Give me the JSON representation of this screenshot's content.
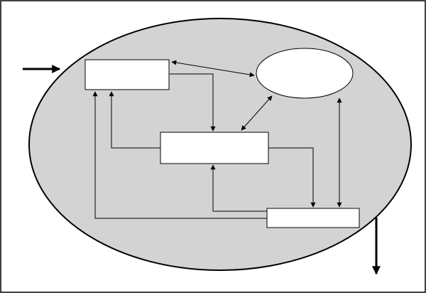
{
  "diagram": {
    "frame": {
      "stroke": "#000000"
    },
    "container": {
      "shape": "ellipse",
      "fill": "#d3d3d3",
      "stroke": "#000000"
    },
    "nodes": [
      {
        "id": "box-top-left",
        "shape": "rect",
        "label": "",
        "fill": "#ffffff"
      },
      {
        "id": "oval-top-right",
        "shape": "ellipse",
        "label": "",
        "fill": "#ffffff"
      },
      {
        "id": "box-center",
        "shape": "rect",
        "label": "",
        "fill": "#ffffff"
      },
      {
        "id": "box-bottom-right",
        "shape": "rect",
        "label": "",
        "fill": "#ffffff"
      }
    ],
    "edges": [
      {
        "from": "external-left",
        "to": "box-top-left",
        "direction": "forward"
      },
      {
        "from": "box-top-left",
        "to": "oval-top-right",
        "direction": "both"
      },
      {
        "from": "box-top-left",
        "to": "box-center",
        "direction": "forward"
      },
      {
        "from": "oval-top-right",
        "to": "box-center",
        "direction": "both"
      },
      {
        "from": "box-center",
        "to": "box-top-left",
        "direction": "forward"
      },
      {
        "from": "oval-top-right",
        "to": "box-bottom-right",
        "direction": "both"
      },
      {
        "from": "box-center",
        "to": "box-bottom-right",
        "direction": "forward"
      },
      {
        "from": "box-bottom-right",
        "to": "box-center",
        "direction": "forward"
      },
      {
        "from": "box-bottom-right",
        "to": "box-top-left",
        "direction": "forward"
      },
      {
        "from": "box-bottom-right",
        "to": "external-bottom",
        "direction": "forward"
      }
    ],
    "line_color": "#000000"
  }
}
